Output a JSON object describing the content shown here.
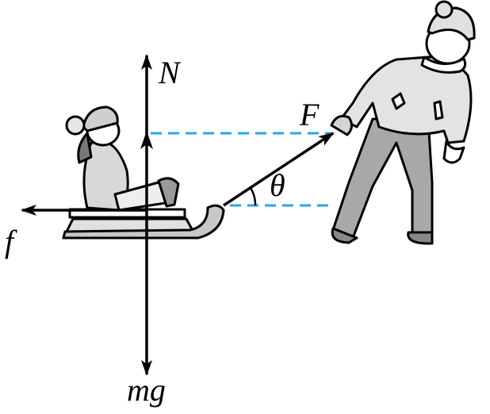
{
  "labels": {
    "normal_force": "N",
    "applied_force": "F",
    "angle": "θ",
    "friction": "f",
    "weight": "mg"
  },
  "colors": {
    "dashed_guides": "#2aa7df",
    "figure_fill": "#d4d4d4",
    "outline": "#000000"
  }
}
